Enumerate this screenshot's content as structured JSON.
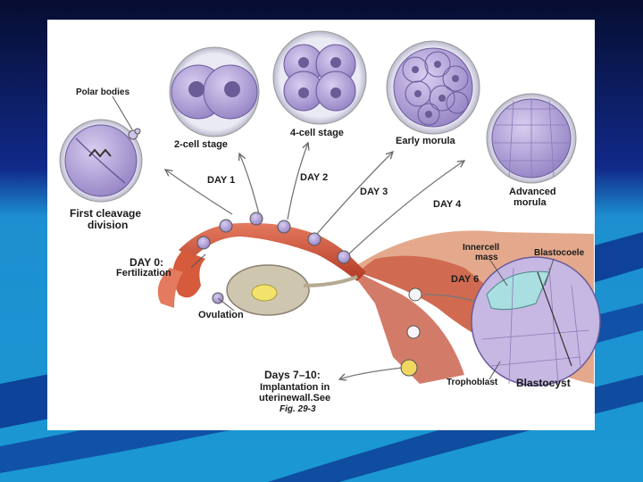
{
  "colors": {
    "background_dark": "#0a1240",
    "background_mid": "#1a3ea8",
    "accent_stripe": "#1fa4d6",
    "panel": "#ffffff",
    "cell_fill": "#b6a6d8",
    "tube_fill": "#d4573a"
  },
  "labels": {
    "polar_bodies": "Polar bodies",
    "first_cleavage_1": "First cleavage",
    "first_cleavage_2": "division",
    "two_cell": "2-cell stage",
    "four_cell": "4-cell stage",
    "early_morula": "Early morula",
    "advanced_morula_1": "Advanced",
    "advanced_morula_2": "morula",
    "day1": "DAY 1",
    "day2": "DAY 2",
    "day3": "DAY 3",
    "day4": "DAY 4",
    "day0_1": "DAY 0:",
    "day0_2": "Fertilization",
    "ovulation": "Ovulation",
    "inner_cell_1": "Innercell",
    "inner_cell_2": "mass",
    "blastocoele": "Blastocoele",
    "day6": "DAY 6",
    "trophoblast": "Trophoblast",
    "blastocyst": "Blastocyst",
    "days7_10": "Days 7–10:",
    "implant_1": "Implantation in",
    "implant_2": "uterinewall.See",
    "fig": "Fig. 29-3"
  }
}
